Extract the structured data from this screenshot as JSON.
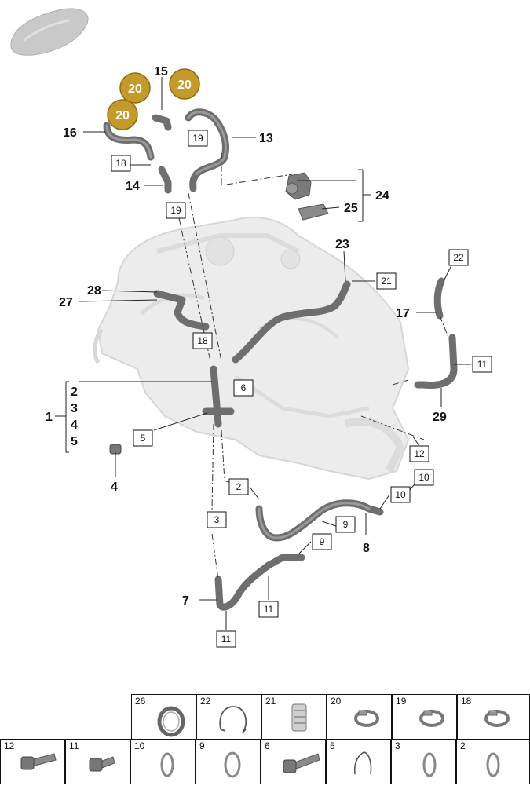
{
  "callouts": [
    "1",
    "2",
    "3",
    "4",
    "5",
    "4",
    "7",
    "8",
    "13",
    "14",
    "15",
    "16",
    "17",
    "23",
    "24",
    "25",
    "27",
    "28",
    "29"
  ],
  "boxed_labels": [
    "19",
    "18",
    "19",
    "18",
    "6",
    "5",
    "2",
    "3",
    "11",
    "11",
    "9",
    "9",
    "10",
    "10",
    "12",
    "11",
    "21",
    "22"
  ],
  "highlighted_labels": [
    "20",
    "20",
    "20"
  ],
  "parts_table": {
    "top_row": [
      "26",
      "22",
      "21",
      "20",
      "19",
      "18"
    ],
    "bottom_row": [
      "12",
      "11",
      "10",
      "9",
      "6",
      "5",
      "3",
      "2"
    ]
  },
  "colors": {
    "highlight_fill": "#c49a2a",
    "hose": "#6e6e6e",
    "engine": "#ececec"
  },
  "icons": [
    "car-silhouette-icon",
    "engine-block-icon",
    "coolant-hose-icon",
    "hose-clamp-icon",
    "o-ring-icon",
    "bolt-icon",
    "retaining-clip-icon",
    "water-pump-icon"
  ]
}
